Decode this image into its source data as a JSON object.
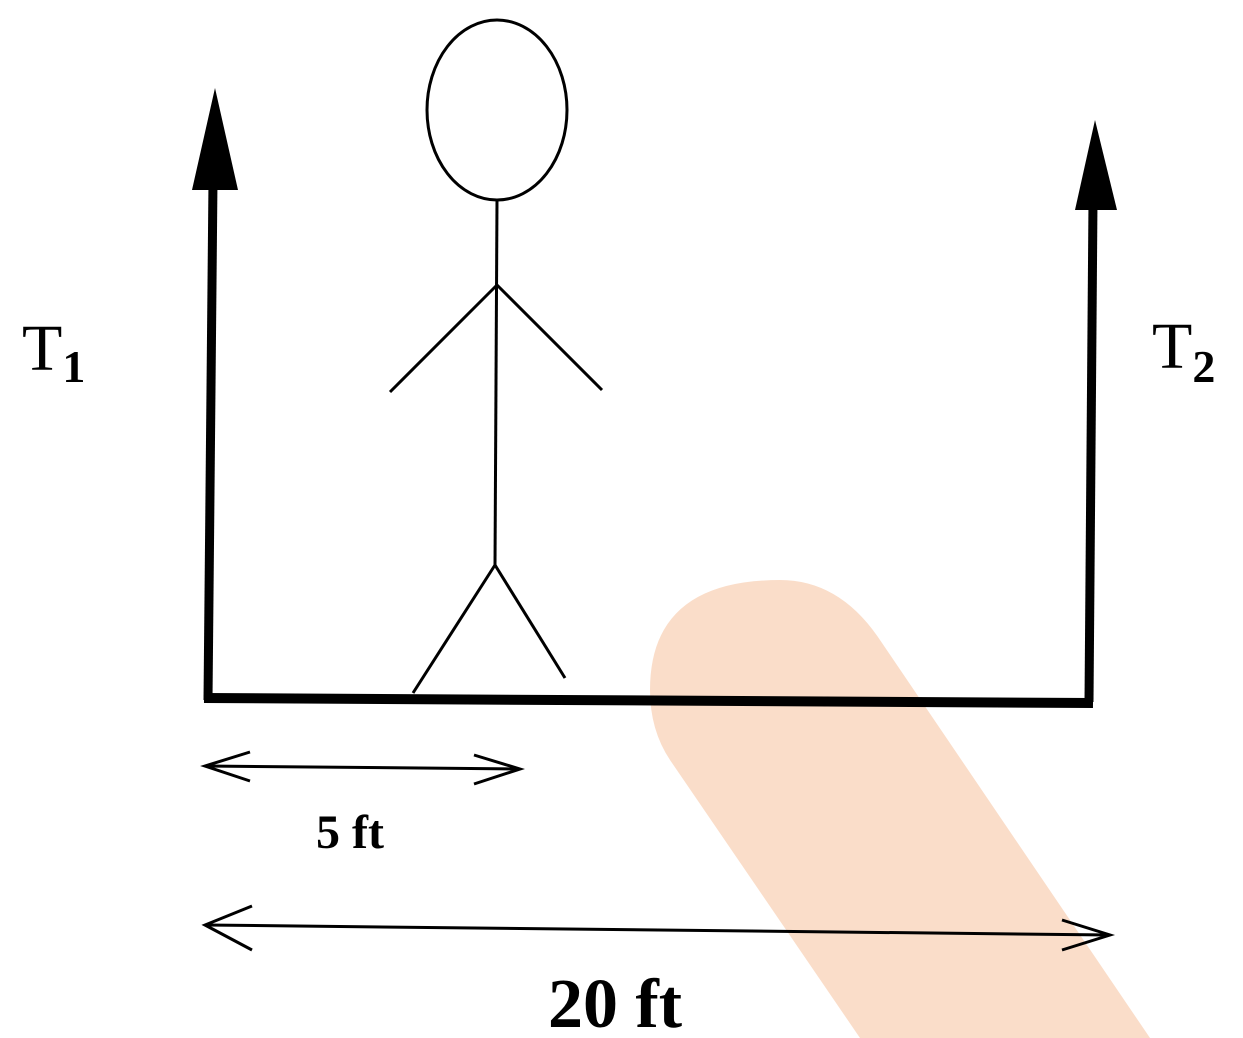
{
  "labels": {
    "tension_left": {
      "symbol": "T",
      "subscript": "1"
    },
    "tension_right": {
      "symbol": "T",
      "subscript": "2"
    },
    "distance_to_person": "5 ft",
    "total_length": "20 ft"
  },
  "colors": {
    "ink": "#000000",
    "background": "#ffffff",
    "highlight_stripe": "#f9d7bf"
  }
}
